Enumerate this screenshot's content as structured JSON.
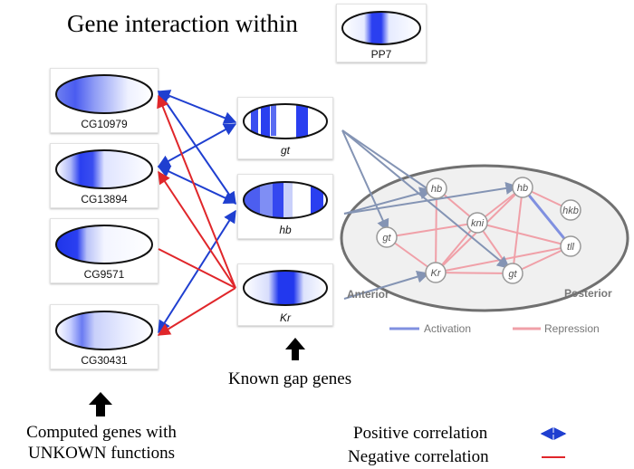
{
  "title": "Gene interaction within",
  "reference_gene": {
    "label": "PP7"
  },
  "computed_genes": [
    {
      "label": "CG10979"
    },
    {
      "label": "CG13894"
    },
    {
      "label": "CG9571"
    },
    {
      "label": "CG30431"
    }
  ],
  "gap_genes": [
    {
      "label": "gt"
    },
    {
      "label": "hb"
    },
    {
      "label": "Kr"
    }
  ],
  "captions": {
    "known": "Known gap genes",
    "computed_line1": "Computed genes with",
    "computed_line2": "UNKOWN functions"
  },
  "legend": {
    "positive": "Positive correlation",
    "negative": "Negative correlation",
    "positive_color": "#1f3fd0",
    "negative_color": "#e0262a"
  },
  "network": {
    "anterior": "Anterior",
    "posterior": "Posterior",
    "nodes": [
      {
        "label": "hb"
      },
      {
        "label": "hb"
      },
      {
        "label": "hkb"
      },
      {
        "label": "kni"
      },
      {
        "label": "gt"
      },
      {
        "label": "tll"
      },
      {
        "label": "Kr"
      },
      {
        "label": "gt"
      }
    ],
    "activation": "Activation",
    "repression": "Repression",
    "activation_color": "#8090e0",
    "repression_color": "#f0a0a8"
  }
}
